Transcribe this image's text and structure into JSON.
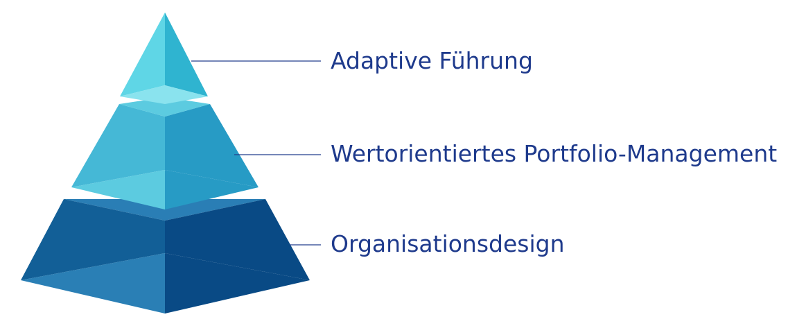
{
  "diagram": {
    "type": "pyramid",
    "colors": {
      "label_text": "#1e3a8c",
      "leader_line": "#233d8e",
      "top_left": "#5fd6e6",
      "top_right": "#2fb4d0",
      "top_underside": "#8ae3ee",
      "middle_left": "#45b8d6",
      "middle_right": "#279bc5",
      "middle_underside": "#5ccbe0",
      "bottom_left": "#125f97",
      "bottom_right": "#094a85",
      "bottom_top_face": "#2a7eb5",
      "bottom_underside": "#2a7fb5"
    },
    "tiers": [
      {
        "label": "Adaptive Führung"
      },
      {
        "label": "Wertorientiertes Portfolio-Management"
      },
      {
        "label": "Organisationsdesign"
      }
    ]
  }
}
